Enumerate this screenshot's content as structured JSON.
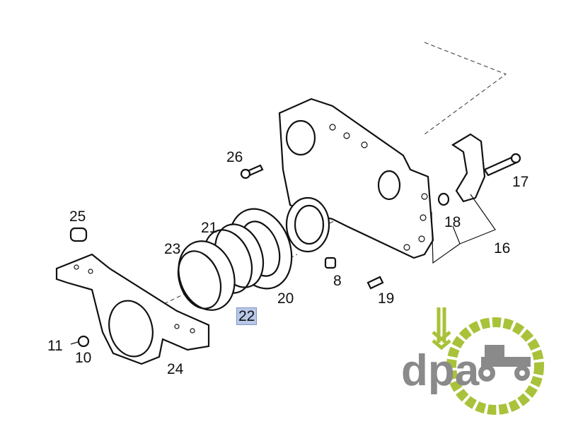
{
  "diagram": {
    "labels": [
      {
        "id": "26",
        "text": "26"
      },
      {
        "id": "25",
        "text": "25"
      },
      {
        "id": "21",
        "text": "21"
      },
      {
        "id": "23",
        "text": "23"
      },
      {
        "id": "22",
        "text": "22",
        "highlighted": true
      },
      {
        "id": "20",
        "text": "20"
      },
      {
        "id": "8",
        "text": "8"
      },
      {
        "id": "19",
        "text": "19"
      },
      {
        "id": "18",
        "text": "18"
      },
      {
        "id": "17",
        "text": "17"
      },
      {
        "id": "16",
        "text": "16"
      },
      {
        "id": "11",
        "text": "11"
      },
      {
        "id": "10",
        "text": "10"
      },
      {
        "id": "24",
        "text": "24"
      }
    ],
    "highlight_color": "#b9c8e6"
  },
  "logo": {
    "text": "dpa",
    "green": "#a8c23a",
    "gray": "#8a8a8a"
  }
}
